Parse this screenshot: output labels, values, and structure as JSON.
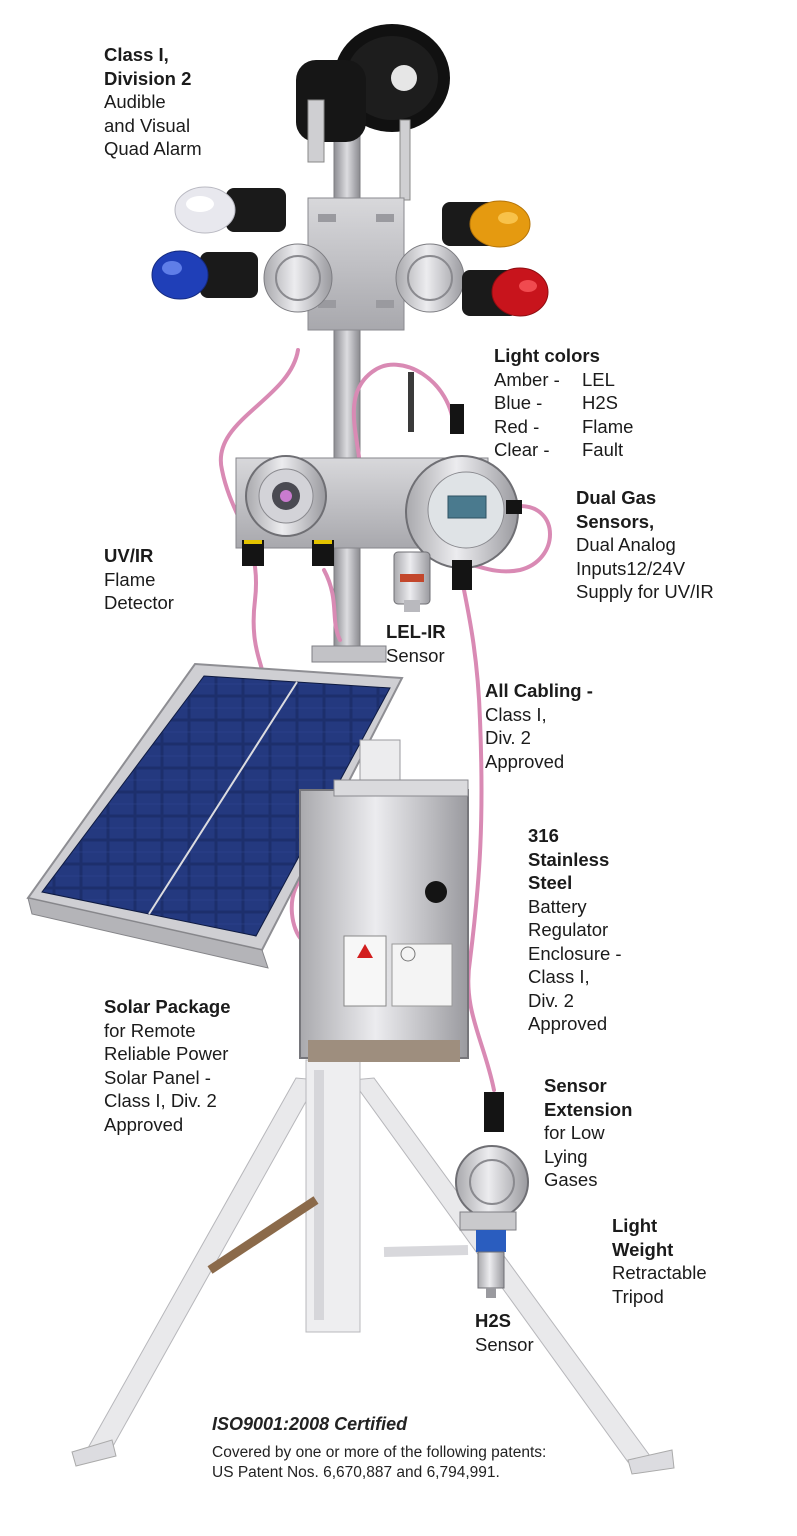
{
  "callouts": {
    "quad_alarm": {
      "bold": [
        "Class I,",
        "Division 2"
      ],
      "normal": [
        "Audible",
        "and Visual",
        "Quad Alarm"
      ]
    },
    "light_colors": {
      "title": "Light colors",
      "rows": [
        {
          "color": "Amber -",
          "meaning": "LEL"
        },
        {
          "color": "Blue -",
          "meaning": "H2S"
        },
        {
          "color": "Red -",
          "meaning": "Flame"
        },
        {
          "color": "Clear -",
          "meaning": "Fault"
        }
      ]
    },
    "dual_gas": {
      "bold": [
        "Dual Gas",
        "Sensors,"
      ],
      "normal": [
        "Dual Analog",
        "Inputs12/24V",
        "Supply for UV/IR"
      ]
    },
    "uv_ir": {
      "bold": [
        "UV/IR"
      ],
      "normal": [
        "Flame",
        "Detector"
      ]
    },
    "lel_ir": {
      "bold": [
        "LEL-IR"
      ],
      "normal": [
        "Sensor"
      ]
    },
    "cabling": {
      "bold": [
        "All Cabling -"
      ],
      "normal": [
        "Class I,",
        "Div. 2",
        "Approved"
      ]
    },
    "stainless": {
      "bold": [
        "316",
        "Stainless",
        "Steel"
      ],
      "normal": [
        "Battery",
        "Regulator",
        "Enclosure -",
        "Class I,",
        "Div. 2",
        "Approved"
      ]
    },
    "solar": {
      "bold": [
        "Solar Package"
      ],
      "normal": [
        "for Remote",
        "Reliable Power",
        "Solar Panel -",
        "Class I, Div. 2",
        "Approved"
      ]
    },
    "extension": {
      "bold": [
        "Sensor",
        "Extension"
      ],
      "normal": [
        "for Low",
        "Lying",
        "Gases"
      ]
    },
    "tripod": {
      "bold": [
        "Light",
        "Weight"
      ],
      "normal": [
        "Retractable",
        "Tripod"
      ]
    },
    "h2s": {
      "bold": [
        "H2S"
      ],
      "normal": [
        "Sensor"
      ]
    }
  },
  "footer": {
    "cert": "ISO9001:2008 Certified",
    "patent_line1": "Covered by one or more of the following patents:",
    "patent_line2": "US Patent Nos. 6,670,887 and 6,794,991."
  },
  "colors": {
    "amber": "#e59a10",
    "blue": "#1f3fb8",
    "red": "#c8141c",
    "clear": "#e8e8ee",
    "cable": "#d98ab4",
    "steel": "#c9c9cc",
    "solar_cell": "#1c2f6e"
  }
}
